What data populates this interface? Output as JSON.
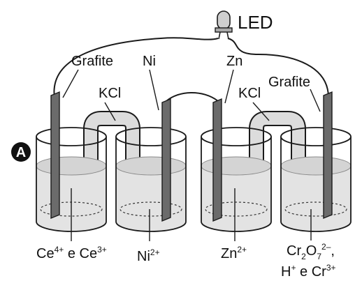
{
  "diagram": {
    "badge": "A",
    "led": "LED",
    "electrodes": {
      "left_graphite": "Grafite",
      "ni": "Ni",
      "zn": "Zn",
      "right_graphite": "Grafite"
    },
    "salt_bridges": {
      "left": "KCl",
      "right": "KCl"
    },
    "solutions": {
      "beaker1": {
        "a": "Ce",
        "a_sup": "4+",
        "mid": " e Ce",
        "b_sup": "3+"
      },
      "beaker2": {
        "a": "Ni",
        "a_sup": "2+"
      },
      "beaker3": {
        "a": "Zn",
        "a_sup": "2+"
      },
      "beaker4": {
        "line1_a": "Cr",
        "line1_sub1": "2",
        "line1_b": "O",
        "line1_sub2": "7",
        "line1_sup": "2–",
        "line1_end": ",",
        "line2_a": "H",
        "line2_sup1": "+",
        "line2_mid": " e Cr",
        "line2_sup2": "3+"
      }
    },
    "colors": {
      "electrode": "#6b6b6b",
      "solution": "#e3e3e3",
      "bridge": "#dcdcdc",
      "outline": "#1a1a1a"
    }
  }
}
